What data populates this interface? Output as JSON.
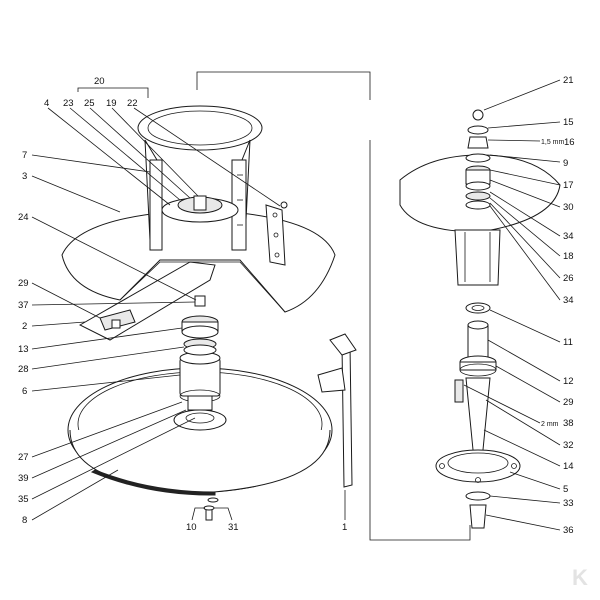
{
  "labels": {
    "p1": "1",
    "p2": "2",
    "p3": "3",
    "p4": "4",
    "p5": "5",
    "p6": "6",
    "p7": "7",
    "p8": "8",
    "p9": "9",
    "p10": "10",
    "p11": "11",
    "p12": "12",
    "p13": "13",
    "p14": "14",
    "p15": "15",
    "p16": "16",
    "p17": "17",
    "p18": "18",
    "p19": "19",
    "p20": "20",
    "p21": "21",
    "p22": "22",
    "p23": "23",
    "p24": "24",
    "p25": "25",
    "p26": "26",
    "p27": "27",
    "p28": "28",
    "p29_left": "29",
    "p29_right": "29",
    "p30": "30",
    "p31": "31",
    "p32": "32",
    "p33": "33",
    "p34_upper": "34",
    "p34_lower": "34",
    "p35": "35",
    "p36": "36",
    "p37": "37",
    "p38": "38",
    "p39": "39"
  },
  "annotations": {
    "shim_16": "1,5 mm",
    "shim_38": "2 mm"
  },
  "watermark": {
    "text": "K",
    "color": "#e3e3e3"
  }
}
